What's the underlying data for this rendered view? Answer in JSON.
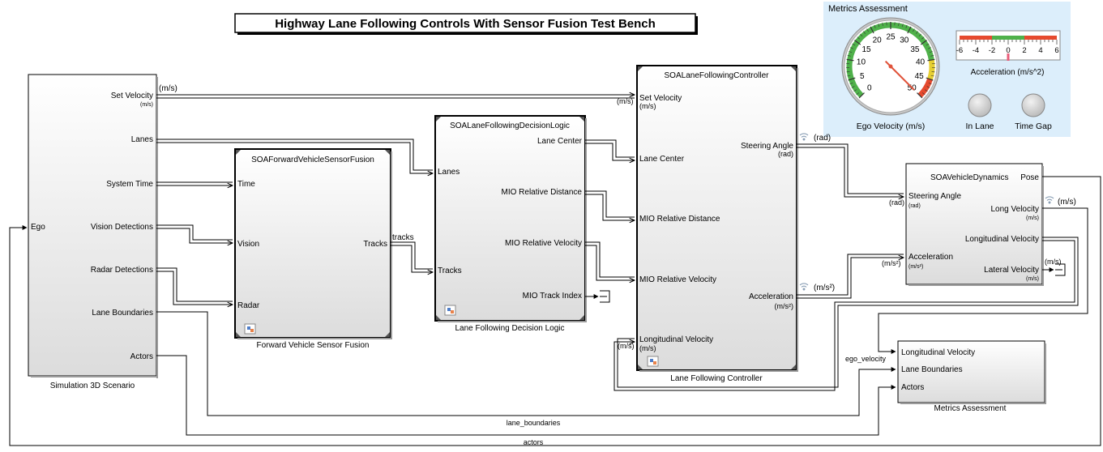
{
  "title": "Highway Lane Following Controls With Sensor Fusion Test Bench",
  "colors": {
    "dashboard_bg": "#dceefb",
    "accel_label": "#d63cd6",
    "lamp": "#d4d4d4"
  },
  "blocks": {
    "sim3d": {
      "caption": "Simulation 3D Scenario",
      "in_ports": [
        "Ego"
      ],
      "out_ports": [
        "Set Velocity",
        "(m/s)",
        "Lanes",
        "System Time",
        "Vision Detections",
        "Radar Detections",
        "Lane Boundaries",
        "Actors"
      ]
    },
    "fusion": {
      "title": "SOAForwardVehicleSensorFusion",
      "caption": "Forward Vehicle Sensor Fusion",
      "in_ports": [
        "Time",
        "Vision",
        "Radar"
      ],
      "out_ports": [
        "Tracks"
      ]
    },
    "decision": {
      "title": "SOALaneFollowingDecisionLogic",
      "caption": "Lane Following Decision Logic",
      "in_ports": [
        "Lanes",
        "Tracks"
      ],
      "out_ports": [
        "Lane Center",
        "MIO Relative Distance",
        "MIO Relative Velocity",
        "MIO Track Index"
      ]
    },
    "controller": {
      "title": "SOALaneFollowingController",
      "caption": "Lane Following Controller",
      "in_ports": [
        "Set Velocity",
        "(m/s)",
        "Lane Center",
        "MIO Relative Distance",
        "MIO Relative Velocity",
        "Longitudinal Velocity",
        "(m/s)"
      ],
      "out_ports": [
        "Steering Angle",
        "(rad)",
        "Acceleration",
        "(m/s²)"
      ]
    },
    "dynamics": {
      "title": "SOAVehicleDynamics",
      "in_ports": [
        "Steering Angle",
        "(rad)",
        "Acceleration",
        "(m/s²)"
      ],
      "out_ports": [
        "Pose",
        "Long Velocity",
        "(m/s)",
        "Longitudinal Velocity",
        "Lateral Velocity",
        "(m/s)"
      ]
    },
    "metrics": {
      "caption": "Metrics Assessment",
      "in_ports": [
        "Longitudinal Velocity",
        "Lane Boundaries",
        "Actors"
      ]
    }
  },
  "signals": {
    "set_velocity_unit": "(m/s)",
    "set_velocity_unit_in": "(m/s)",
    "tracks": "tracks",
    "steer_unit": "(rad)",
    "steer_unit_in": "(rad)",
    "accel_unit": "(m/s²)",
    "accel_unit_in": "(m/s²)",
    "long_vel_unit": "(m/s)",
    "lat_vel_unit": "(m/s)",
    "long_vel_fb_unit": "(m/s)",
    "ego_velocity": "ego_velocity",
    "lane_boundaries": "lane_boundaries",
    "actors": "actors"
  },
  "dashboard": {
    "title": "Metrics Assessment",
    "gauge": {
      "label": "Ego Velocity (m/s)",
      "ticks": [
        "0",
        "5",
        "10",
        "15",
        "20",
        "25",
        "30",
        "35",
        "40",
        "45",
        "50"
      ],
      "min": 0,
      "max": 50,
      "value": 50
    },
    "linear_gauge": {
      "label": "Acceleration (m/s^2)",
      "ticks": [
        "-6",
        "-4",
        "-2",
        "0",
        "2",
        "4",
        "6"
      ],
      "min": -6,
      "max": 6,
      "value": 0
    },
    "lamps": [
      "In Lane",
      "Time Gap"
    ]
  }
}
